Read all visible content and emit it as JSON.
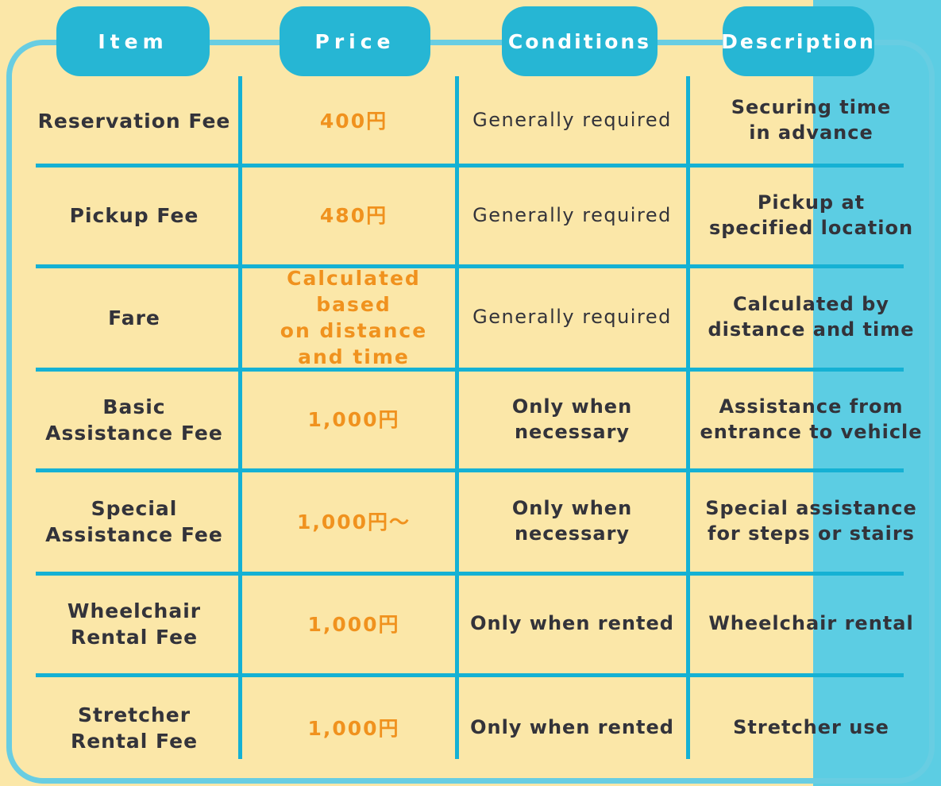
{
  "chart_data": {
    "type": "table",
    "title": "",
    "columns": [
      "Item",
      "Price",
      "Conditions",
      "Description"
    ],
    "rows": [
      {
        "item": "Reservation Fee",
        "price": "400円",
        "conditions": "Generally required",
        "description": "Securing time\nin advance"
      },
      {
        "item": "Pickup Fee",
        "price": "480円",
        "conditions": "Generally required",
        "description": "Pickup at\nspecified location"
      },
      {
        "item": "Fare",
        "price": "Calculated based\non distance\nand time",
        "conditions": "Generally required",
        "description": "Calculated by\ndistance and time"
      },
      {
        "item": "Basic\nAssistance Fee",
        "price": "1,000円",
        "conditions": "Only when necessary",
        "description": "Assistance from\nentrance to vehicle"
      },
      {
        "item": "Special\nAssistance Fee",
        "price": "1,000円～",
        "conditions": "Only when necessary",
        "description": "Special assistance\nfor steps or stairs"
      },
      {
        "item": "Wheelchair\nRental Fee",
        "price": "1,000円",
        "conditions": "Only when rented",
        "description": "Wheelchair rental"
      },
      {
        "item": "Stretcher\nRental Fee",
        "price": "1,000円",
        "conditions": "Only when rented",
        "description": "Stretcher use"
      }
    ],
    "layout": {
      "grid": "on",
      "legend": "none"
    }
  },
  "colors": {
    "background_cream": "#FBE7A8",
    "side_band_cyan": "#5CCDE3",
    "frame_border_cyan": "#68CDE2",
    "grid_line_cyan": "#15B1D4",
    "header_pill_cyan": "#26B6D4",
    "price_orange": "#F0921E",
    "text_dark": "#33333A",
    "header_text_white": "#FFFFFF"
  }
}
